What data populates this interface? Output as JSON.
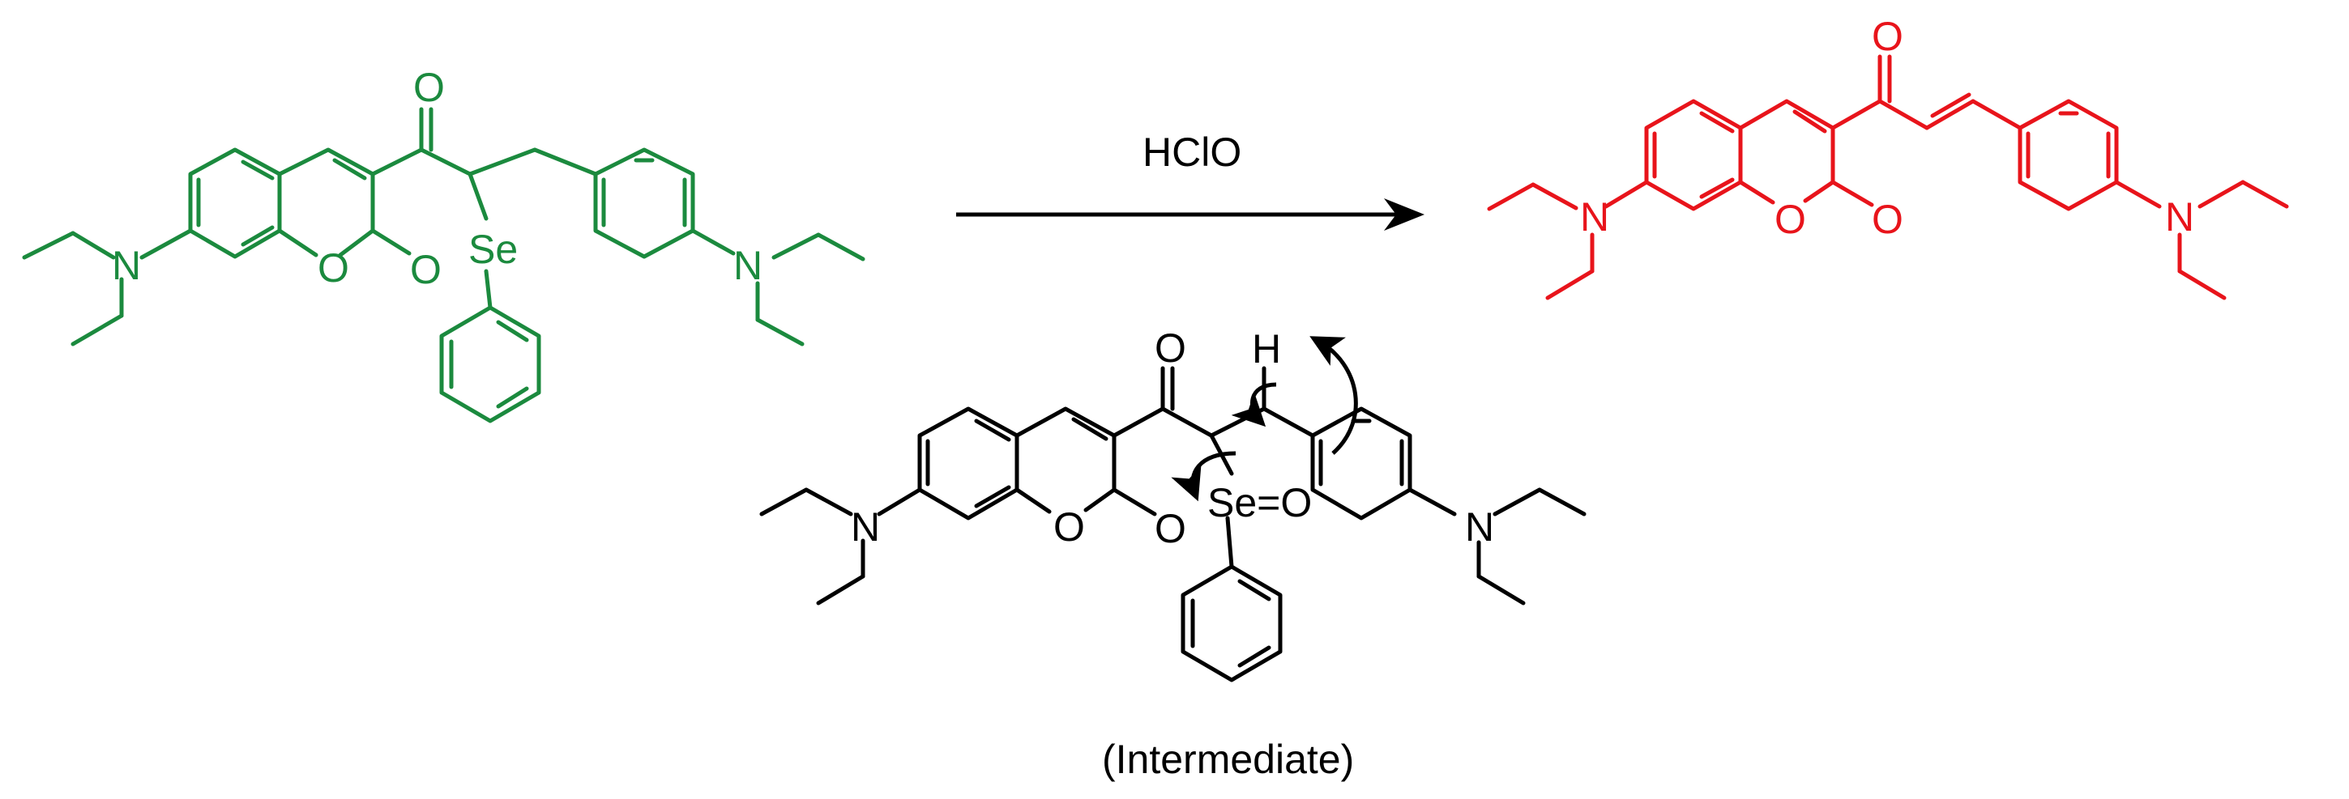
{
  "reagent": "HClO",
  "intermediate_caption": "(Intermediate)",
  "atoms": {
    "oxygen": "O",
    "nitrogen": "N",
    "selenium": "Se",
    "hydrogen": "H",
    "selenoxide": "Se=O"
  },
  "colors": {
    "reactant": "#1b8a3e",
    "product": "#e8141b",
    "intermediate": "#000000"
  }
}
